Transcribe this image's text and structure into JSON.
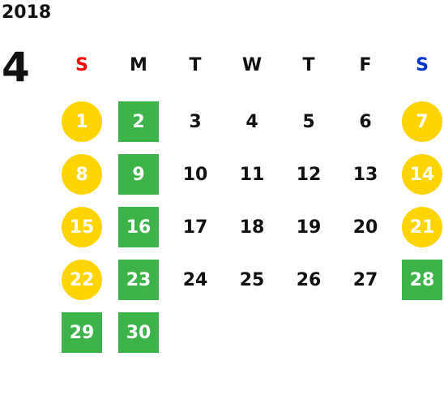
{
  "year": "2018",
  "month": "4",
  "colors": {
    "sunday_header": "#ff0000",
    "saturday_header": "#0033cc",
    "holiday_circle": "#ffd400",
    "green_box": "#3cb44a"
  },
  "weekdays": [
    "S",
    "M",
    "T",
    "W",
    "T",
    "F",
    "S"
  ],
  "weeks": [
    [
      {
        "d": "1",
        "style": "sun"
      },
      {
        "d": "2",
        "style": "green"
      },
      {
        "d": "3",
        "style": "plain"
      },
      {
        "d": "4",
        "style": "plain"
      },
      {
        "d": "5",
        "style": "plain"
      },
      {
        "d": "6",
        "style": "plain"
      },
      {
        "d": "7",
        "style": "sun"
      }
    ],
    [
      {
        "d": "8",
        "style": "sun"
      },
      {
        "d": "9",
        "style": "green"
      },
      {
        "d": "10",
        "style": "plain"
      },
      {
        "d": "11",
        "style": "plain"
      },
      {
        "d": "12",
        "style": "plain"
      },
      {
        "d": "13",
        "style": "plain"
      },
      {
        "d": "14",
        "style": "sun"
      }
    ],
    [
      {
        "d": "15",
        "style": "sun"
      },
      {
        "d": "16",
        "style": "green"
      },
      {
        "d": "17",
        "style": "plain"
      },
      {
        "d": "18",
        "style": "plain"
      },
      {
        "d": "19",
        "style": "plain"
      },
      {
        "d": "20",
        "style": "plain"
      },
      {
        "d": "21",
        "style": "sun"
      }
    ],
    [
      {
        "d": "22",
        "style": "sun"
      },
      {
        "d": "23",
        "style": "green"
      },
      {
        "d": "24",
        "style": "plain"
      },
      {
        "d": "25",
        "style": "plain"
      },
      {
        "d": "26",
        "style": "plain"
      },
      {
        "d": "27",
        "style": "plain"
      },
      {
        "d": "28",
        "style": "green"
      }
    ],
    [
      {
        "d": "29",
        "style": "green"
      },
      {
        "d": "30",
        "style": "green"
      }
    ]
  ]
}
